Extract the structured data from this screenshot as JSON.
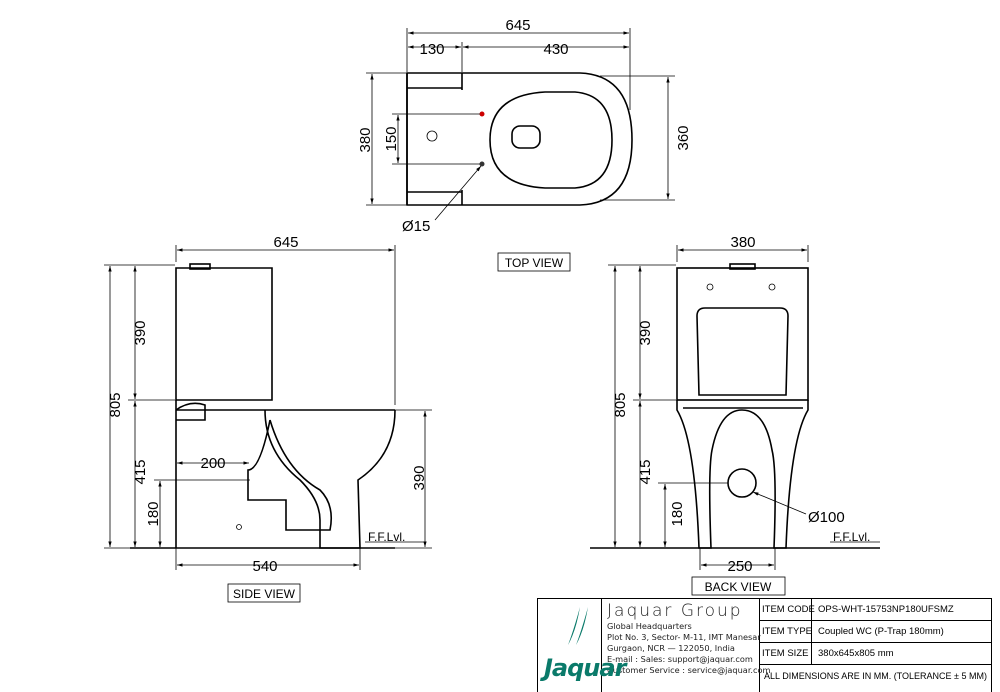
{
  "views": {
    "top": {
      "label": "TOP VIEW",
      "dims": {
        "overall_length": "645",
        "tank_depth": "130",
        "bowl_length": "430",
        "width": "380",
        "hole_spacing": "150",
        "bowl_width": "360",
        "hole_dia": "Ø15"
      }
    },
    "side": {
      "label": "SIDE VIEW",
      "dims": {
        "overall_length": "645",
        "height": "805",
        "tank_height": "390",
        "bowl_height": "415",
        "outlet_height": "180",
        "outlet_offset": "200",
        "seat_height": "390",
        "base_length": "540"
      },
      "floor_label": "F.F.Lvl."
    },
    "back": {
      "label": "BACK VIEW",
      "dims": {
        "width": "380",
        "height": "805",
        "tank_height": "390",
        "bowl_height": "415",
        "outlet_height": "180",
        "outlet_dia": "Ø100",
        "base_width": "250"
      },
      "floor_label": "F.F.Lvl."
    }
  },
  "title_block": {
    "logo_text": "Jaquar",
    "brand_color": "#0a7a6a",
    "company": "Jaquar Group",
    "address": [
      "Global Headquarters",
      "Plot No. 3, Sector- M-11, IMT Manesar",
      "Gurgaon, NCR — 122050, India",
      "E-mail : Sales: support@jaquar.com",
      "Customer Service : service@jaquar.com"
    ],
    "item_code_label": "ITEM CODE",
    "item_code": "OPS-WHT-15753NP180UFSMZ",
    "item_type_label": "ITEM TYPE",
    "item_type": "Coupled WC (P-Trap 180mm)",
    "item_size_label": "ITEM SIZE",
    "item_size": "380x645x805 mm",
    "note": "ALL DIMENSIONS ARE IN MM. (TOLERANCE ± 5 MM)"
  }
}
